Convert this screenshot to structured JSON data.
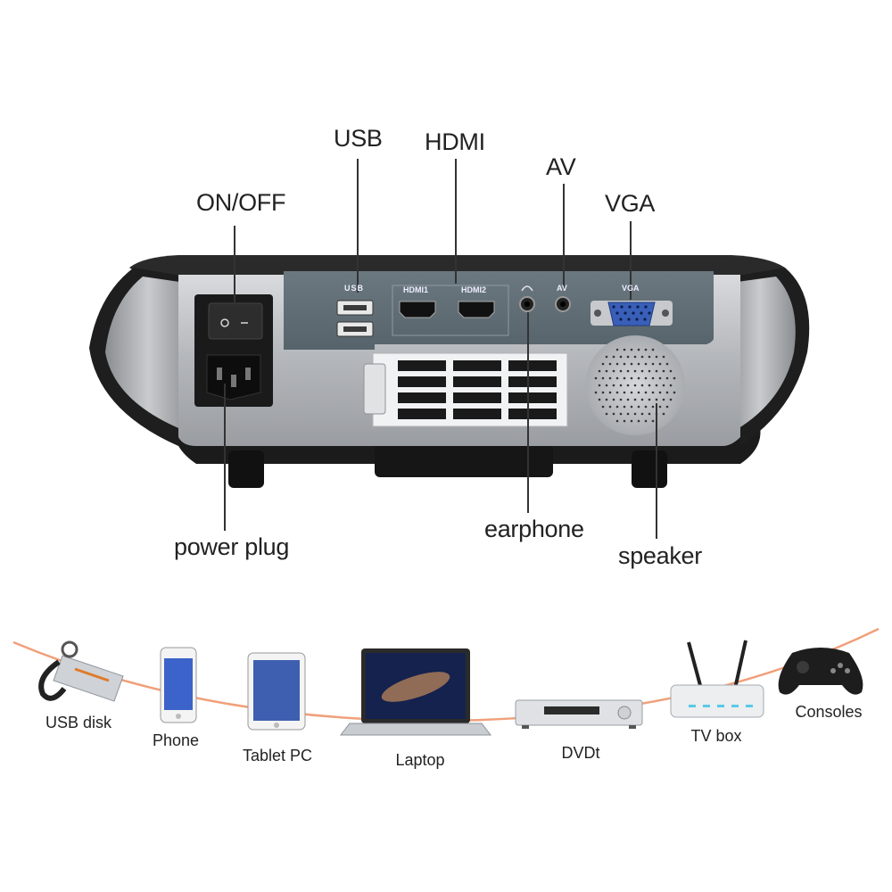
{
  "callouts": {
    "usb": "USB",
    "hdmi": "HDMI",
    "av": "AV",
    "vga": "VGA",
    "on_off": "ON/OFF",
    "earphone": "earphone",
    "power_plug": "power plug",
    "speaker": "speaker"
  },
  "panel_labels": {
    "usb": "USB",
    "hdmi1": "HDMI1",
    "hdmi2": "HDMI2",
    "av": "AV",
    "vga": "VGA"
  },
  "devices": [
    {
      "label": "USB disk",
      "icon": "usb-disk-icon"
    },
    {
      "label": "Phone",
      "icon": "phone-icon"
    },
    {
      "label": "Tablet PC",
      "icon": "tablet-icon"
    },
    {
      "label": "Laptop",
      "icon": "laptop-icon"
    },
    {
      "label": "DVDt",
      "icon": "dvd-player-icon"
    },
    {
      "label": "TV box",
      "icon": "tv-box-icon"
    },
    {
      "label": "Consoles",
      "icon": "gamepad-icon"
    }
  ],
  "colors": {
    "connector_line": "#f0a07a",
    "panel_slate": "#5d6b75",
    "body_silver": "#b9bcc0",
    "body_black": "#1b1b1b",
    "vga_blue": "#3a5fb8"
  }
}
